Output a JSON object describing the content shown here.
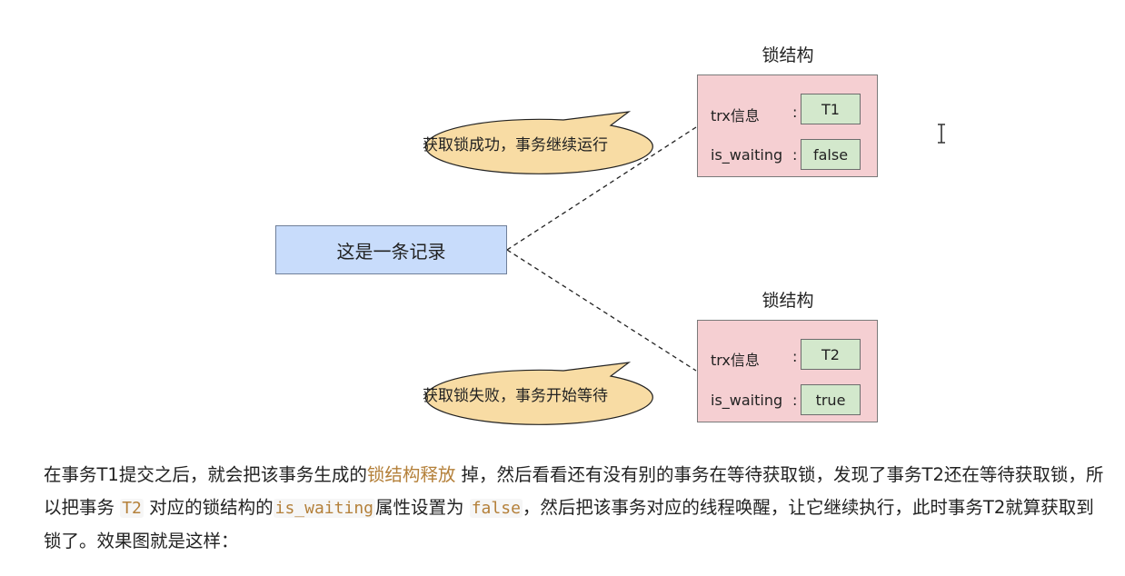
{
  "diagram": {
    "record": {
      "label": "这是一条记录"
    },
    "locks": [
      {
        "title": "锁结构",
        "trx_label": "trx信息",
        "trx_value": "T1",
        "waiting_label": "is_waiting",
        "waiting_value": "false",
        "bubble": "获取锁成功，事务继续运行"
      },
      {
        "title": "锁结构",
        "trx_label": "trx信息",
        "trx_value": "T2",
        "waiting_label": "is_waiting",
        "waiting_value": "true",
        "bubble": "获取锁失败，事务开始等待"
      }
    ],
    "colon": ":"
  },
  "paragraph": {
    "p1": "在事务T1提交之后，就会把该事务生成的",
    "h1": "锁结构释放",
    "p2": "掉，然后看看还有没有别的事务在等待获取锁，发现了事务T2还在等待获取锁，所以把事务",
    "c1": "T2",
    "p3": "对应的锁结构的",
    "c2": "is_waiting",
    "p4": "属性设置为",
    "c3": "false",
    "p5": "，然后把该事务对应的线程唤醒，让它继续执行，此时事务T2就算获取到锁了。效果图就是这样："
  },
  "colors": {
    "record_fill": "#c8dcfb",
    "lock_fill": "#f5cfd2",
    "value_fill": "#d3e8cc",
    "bubble_fill": "#f8dca4",
    "highlight_text": "#b4803a"
  },
  "icons": [
    "text-cursor-icon"
  ]
}
